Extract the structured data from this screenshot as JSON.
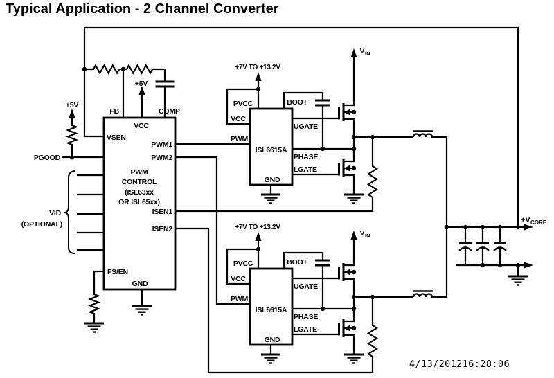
{
  "title": "Typical Application - 2 Channel Converter",
  "timestamp": "4/13/201216:28:06",
  "colors": {
    "ink": "#000000",
    "background": "#ffffff",
    "timestamp_green": "#2eca2e"
  },
  "controller": {
    "line1": "PWM",
    "line2": "CONTROL",
    "line3": "(ISL63xx",
    "line4": "OR ISL65xx)",
    "pins": {
      "fb": "FB",
      "vcc": "VCC",
      "comp": "COMP",
      "vsen": "VSEN",
      "pwm1": "PWM1",
      "pwm2": "PWM2",
      "isen1": "ISEN1",
      "isen2": "ISEN2",
      "fsen": "FS/EN",
      "gnd": "GND"
    },
    "vcc_supply": "+5V",
    "pgood_label": "PGOOD",
    "pgood_supply": "+5V",
    "vid_line1": "VID",
    "vid_line2": "(OPTIONAL)"
  },
  "driver1": {
    "name": "ISL6615A",
    "supply": "+7V TO +13.2V",
    "pins": {
      "pvcc": "PVCC",
      "vcc": "VCC",
      "pwm": "PWM",
      "boot": "BOOT",
      "ugate": "UGATE",
      "phase": "PHASE",
      "lgate": "LGATE",
      "gnd": "GND"
    },
    "vin": "V",
    "vin_sub": "IN"
  },
  "driver2": {
    "name": "ISL6615A",
    "supply": "+7V TO +13.2V",
    "pins": {
      "pvcc": "PVCC",
      "vcc": "VCC",
      "pwm": "PWM",
      "boot": "BOOT",
      "ugate": "UGATE",
      "phase": "PHASE",
      "lgate": "LGATE",
      "gnd": "GND"
    },
    "vin": "V",
    "vin_sub": "IN"
  },
  "output": {
    "vcore": "+V",
    "vcore_sub": "CORE"
  }
}
